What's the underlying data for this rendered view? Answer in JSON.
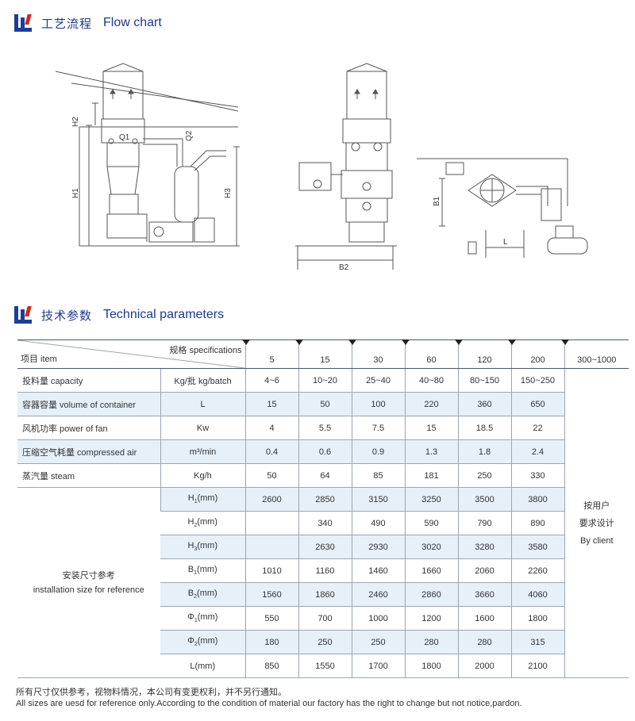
{
  "flow_header": {
    "cn": "工艺流程",
    "en": "Flow chart"
  },
  "tech_header": {
    "cn": "技术参数",
    "en": "Technical parameters"
  },
  "diagram_labels": {
    "h1": "H1",
    "h2": "H2",
    "h3": "H3",
    "q1": "Q1",
    "q2": "Q2",
    "b1": "B1",
    "b2": "B2",
    "l": "L"
  },
  "table": {
    "spec_label": "规格 specifications",
    "item_label": "项目 item",
    "sizes": [
      "5",
      "15",
      "30",
      "60",
      "120",
      "200",
      "300~1000"
    ],
    "rows": [
      {
        "item": "投料量 capacity",
        "unit": "Kg/批 kg/batch",
        "values": [
          "4~6",
          "10~20",
          "25~40",
          "40~80",
          "80~150",
          "150~250"
        ]
      },
      {
        "item": "容器容量 volume of container",
        "unit": "L",
        "values": [
          "15",
          "50",
          "100",
          "220",
          "360",
          "650"
        ]
      },
      {
        "item": "风机功率 power of fan",
        "unit": "Kw",
        "values": [
          "4",
          "5.5",
          "7.5",
          "15",
          "18.5",
          "22"
        ]
      },
      {
        "item": "压缩空气耗量 compressed air",
        "unit": "m³/min",
        "values": [
          "0.4",
          "0.6",
          "0.9",
          "1.3",
          "1.8",
          "2.4"
        ]
      },
      {
        "item": "蒸汽量 steam",
        "unit": "Kg/h",
        "values": [
          "50",
          "64",
          "85",
          "181",
          "250",
          "330"
        ]
      }
    ],
    "install_label_cn": "安装尺寸参考",
    "install_label_en": "installation size for reference",
    "install_rows": [
      {
        "param": "H1",
        "base": "H",
        "sub": "1",
        "unit": "(mm)",
        "values": [
          "2600",
          "2850",
          "3150",
          "3250",
          "3500",
          "3800"
        ]
      },
      {
        "param": "H2",
        "base": "H",
        "sub": "2",
        "unit": "(mm)",
        "values": [
          "",
          "340",
          "490",
          "590",
          "790",
          "890"
        ]
      },
      {
        "param": "H3",
        "base": "H",
        "sub": "3",
        "unit": "(mm)",
        "values": [
          "",
          "2630",
          "2930",
          "3020",
          "3280",
          "3580"
        ]
      },
      {
        "param": "B1",
        "base": "B",
        "sub": "1",
        "unit": "(mm)",
        "values": [
          "1010",
          "1160",
          "1460",
          "1660",
          "2060",
          "2260"
        ]
      },
      {
        "param": "B2",
        "base": "B",
        "sub": "2",
        "unit": "(mm)",
        "values": [
          "1560",
          "1860",
          "2460",
          "2860",
          "3660",
          "4060"
        ]
      },
      {
        "param": "Φ1",
        "base": "Φ",
        "sub": "1",
        "unit": "(mm)",
        "values": [
          "550",
          "700",
          "1000",
          "1200",
          "1600",
          "1800"
        ]
      },
      {
        "param": "Φ2",
        "base": "Φ",
        "sub": "2",
        "unit": "(mm)",
        "values": [
          "180",
          "250",
          "250",
          "280",
          "280",
          "315"
        ]
      },
      {
        "param": "L",
        "base": "L",
        "sub": "",
        "unit": "(mm)",
        "values": [
          "850",
          "1550",
          "1700",
          "1800",
          "2000",
          "2100"
        ]
      }
    ],
    "by_client": [
      "按用户",
      "要求设计",
      "By client"
    ]
  },
  "footnote": {
    "cn": "所有尺寸仅供参考，视物料情况，本公司有变更权利，并不另行通知。",
    "en": "All sizes are uesd for reference only.According to the condition of material our factory has the right to change but not notice,pardon."
  },
  "colors": {
    "brand_blue": "#1c3f94",
    "brand_red": "#d7261e",
    "row_shade": "#e6f0f9"
  }
}
